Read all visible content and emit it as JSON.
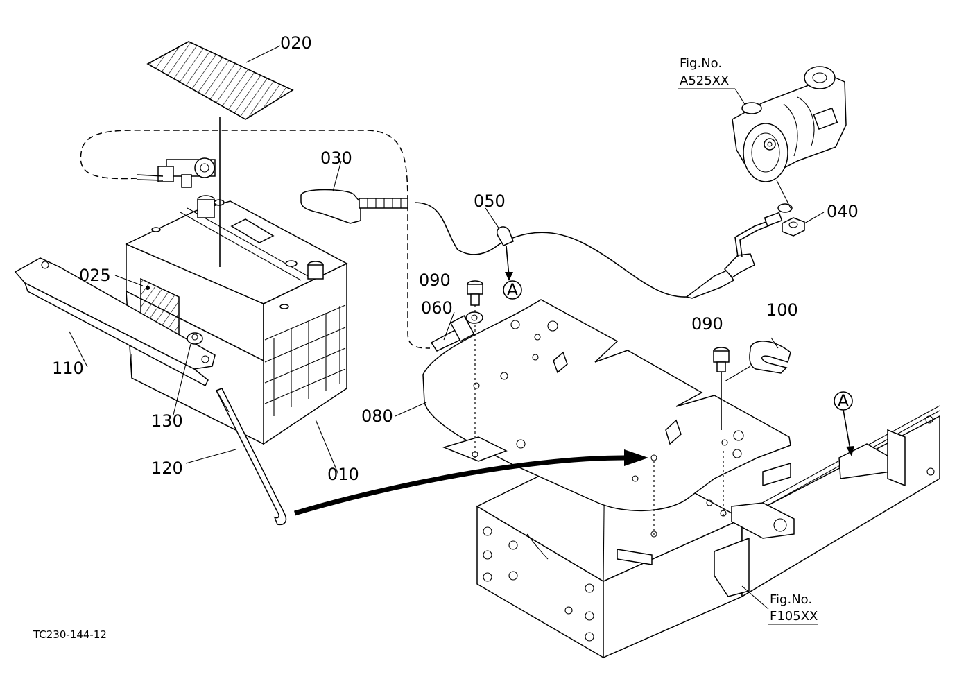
{
  "diagram": {
    "drawing_code": "TC230-144-12",
    "fig_ref_starter": {
      "label": "Fig.No.",
      "number": "A525XX"
    },
    "fig_ref_frame": {
      "label": "Fig.No.",
      "number": "F105XX"
    },
    "ref_mark": "A",
    "callouts": {
      "c010": "010",
      "c020": "020",
      "c025": "025",
      "c030": "030",
      "c040": "040",
      "c050": "050",
      "c060": "060",
      "c080": "080",
      "c090a": "090",
      "c090b": "090",
      "c100": "100",
      "c110": "110",
      "c120": "120",
      "c130": "130"
    }
  }
}
